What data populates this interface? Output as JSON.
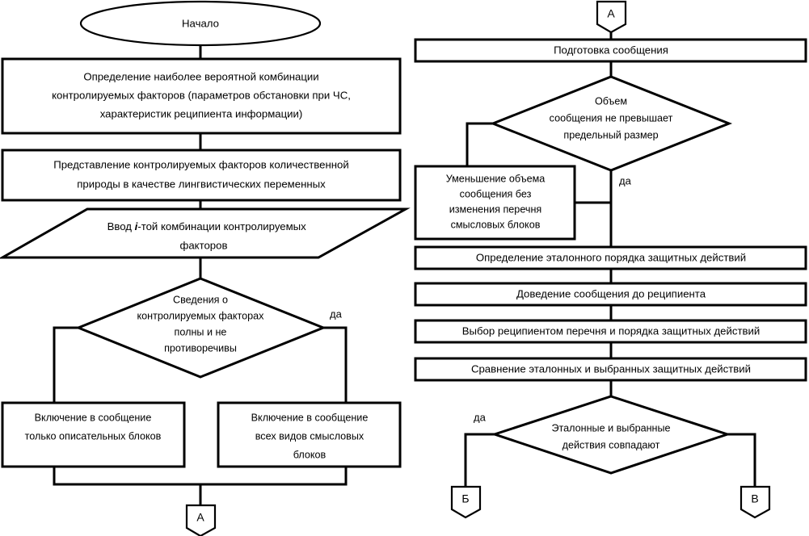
{
  "diagram": {
    "title": "Блок-схема подготовки и доведения сообщения",
    "language": "ru",
    "colors": {
      "background": "#ffffff",
      "stroke": "#000000",
      "fill": "#ffffff",
      "text": "#000000"
    }
  },
  "left_column": {
    "start_terminator": {
      "shape": "ellipse",
      "label": "Начало"
    },
    "process_1": {
      "shape": "rectangle",
      "lines": [
        "Определение наиболее вероятной комбинации",
        "контролируемых факторов (параметров обстановки при ЧС,",
        "характеристик реципиента информации)"
      ]
    },
    "process_2": {
      "shape": "rectangle",
      "lines": [
        "Представление контролируемых факторов количественной",
        "природы в качестве лингвистических переменных"
      ]
    },
    "input_1": {
      "shape": "parallelogram",
      "lines_parts": [
        {
          "pre": "Ввод ",
          "italic": "i",
          "post": "-той комбинации контролируемых"
        },
        {
          "pre": "факторов",
          "italic": "",
          "post": ""
        }
      ],
      "lines": [
        "Ввод i-той комбинации контролируемых",
        "факторов"
      ]
    },
    "decision_1": {
      "shape": "diamond",
      "lines": [
        "Сведения о",
        "контролируемых факторах",
        "полны и не",
        "противоречивы"
      ],
      "yes_label": "да"
    },
    "process_3": {
      "shape": "rectangle",
      "lines": [
        "Включение в сообщение",
        "только описательных блоков"
      ]
    },
    "process_4": {
      "shape": "rectangle",
      "lines": [
        "Включение в сообщение",
        "всех видов смысловых",
        "блоков"
      ]
    },
    "connector_out": {
      "shape": "pentagon-connector",
      "label": "А"
    }
  },
  "right_column": {
    "connector_in": {
      "shape": "pentagon-connector",
      "label": "А"
    },
    "process_5": {
      "shape": "rectangle",
      "lines": [
        "Подготовка сообщения"
      ]
    },
    "decision_2": {
      "shape": "diamond",
      "lines": [
        "Объем",
        "сообщения не превышает",
        "предельный размер"
      ],
      "yes_label": "да"
    },
    "process_6": {
      "shape": "rectangle",
      "lines": [
        "Уменьшение объема",
        "сообщения без",
        "изменения перечня",
        "смысловых блоков"
      ]
    },
    "process_7": {
      "shape": "rectangle",
      "lines": [
        "Определение эталонного порядка защитных действий"
      ]
    },
    "process_8": {
      "shape": "rectangle",
      "lines": [
        "Доведение сообщения до реципиента"
      ]
    },
    "process_9": {
      "shape": "rectangle",
      "lines": [
        "Выбор реципиентом перечня и порядка защитных действий"
      ]
    },
    "process_10": {
      "shape": "rectangle",
      "lines": [
        "Сравнение эталонных и выбранных защитных действий"
      ]
    },
    "decision_3": {
      "shape": "diamond",
      "lines": [
        "Эталонные и выбранные",
        "действия совпадают"
      ],
      "yes_label": "да"
    },
    "connector_b": {
      "shape": "pentagon-connector",
      "label": "Б"
    },
    "connector_v": {
      "shape": "pentagon-connector",
      "label": "В"
    }
  }
}
